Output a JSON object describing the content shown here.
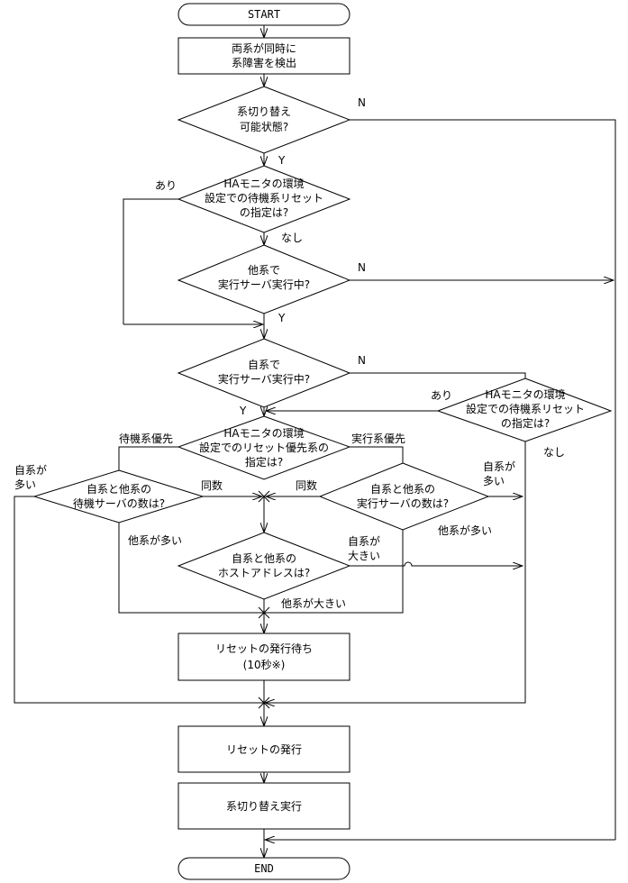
{
  "terminals": {
    "start": "START",
    "end": "END"
  },
  "process": {
    "detect": [
      "両系が同時に",
      "系障害を検出"
    ],
    "wait": [
      "リセットの発行待ち",
      "(10秒※)"
    ],
    "reset": [
      "リセットの発行"
    ],
    "switch": [
      "系切り替え実行"
    ]
  },
  "decisions": {
    "switchable": [
      "系切り替え",
      "可能状態?"
    ],
    "ha_env": [
      "HAモニタの環境",
      "設定での待機系リセット",
      "の指定は?"
    ],
    "other_running": [
      "他系で",
      "実行サーバ実行中?"
    ],
    "self_running": [
      "自系で",
      "実行サーバ実行中?"
    ],
    "ha_env_right": [
      "HAモニタの環境",
      "設定での待機系リセット",
      "の指定は?"
    ],
    "priority": [
      "HAモニタの環境",
      "設定でのリセット優先系の",
      "指定は?"
    ],
    "standby_count": [
      "自系と他系の",
      "待機サーバの数は?"
    ],
    "active_count": [
      "自系と他系の",
      "実行サーバの数は?"
    ],
    "host_address": [
      "自系と他系の",
      "ホストアドレスは?"
    ]
  },
  "labels": {
    "n1": "N",
    "y1": "Y",
    "ari1": "あり",
    "nashi1": "なし",
    "n2": "N",
    "y2": "Y",
    "n3": "N",
    "y3": "Y",
    "ari2": "あり",
    "nashi2": "なし",
    "standby_priority": "待機系優先",
    "active_priority": "実行系優先",
    "self_more_left": [
      "自系が",
      "多い"
    ],
    "same_left": "同数",
    "same_right": "同数",
    "self_more_right": [
      "自系が",
      "多い"
    ],
    "other_more_left": "他系が多い",
    "other_more_right": "他系が多い",
    "self_larger": [
      "自系が",
      "大きい"
    ],
    "other_larger": "他系が大きい"
  },
  "colors": {
    "line": "#000000",
    "fill": "#ffffff"
  }
}
